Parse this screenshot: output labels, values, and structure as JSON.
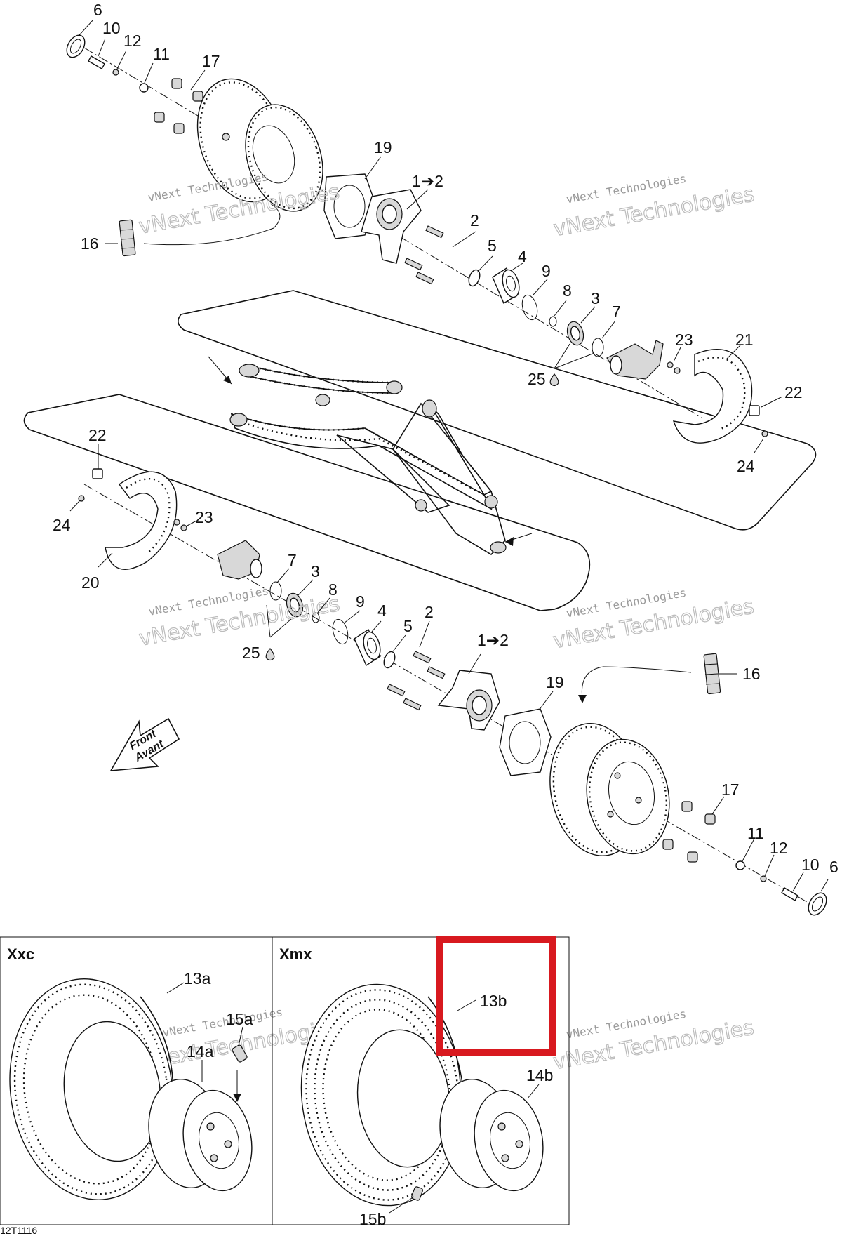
{
  "callouts": {
    "top": {
      "c6": "6",
      "c10": "10",
      "c12": "12",
      "c11": "11",
      "c17": "17",
      "c19": "19",
      "c1to2": "1➔2",
      "c2": "2",
      "c16": "16",
      "c5": "5",
      "c4": "4",
      "c9": "9",
      "c8": "8",
      "c3": "3",
      "c7": "7",
      "c25": "25",
      "c23": "23",
      "c21": "21",
      "c22": "22",
      "c24": "24"
    },
    "bottom": {
      "c22": "22",
      "c24": "24",
      "c23": "23",
      "c20": "20",
      "c7": "7",
      "c3": "3",
      "c8": "8",
      "c9": "9",
      "c4": "4",
      "c5": "5",
      "c2": "2",
      "c25": "25",
      "c1to2": "1➔2",
      "c19": "19",
      "c16": "16",
      "c17": "17",
      "c11": "11",
      "c12": "12",
      "c10": "10",
      "c6": "6"
    }
  },
  "front_arrow": {
    "line1": "Front",
    "line2": "Avant"
  },
  "variant_panels": {
    "xxc": {
      "title": "Xxc",
      "tire": "13a",
      "valve": "15a",
      "rim": "14a"
    },
    "xmx": {
      "title": "Xmx",
      "tire": "13b",
      "rim": "14b",
      "valve": "15b"
    }
  },
  "highlight": {
    "color": "#d8191f",
    "target": "13b"
  },
  "watermark": {
    "line1": "vNext Technologies",
    "line2": "vNext Technologies"
  },
  "drawing_code": "12T1116"
}
